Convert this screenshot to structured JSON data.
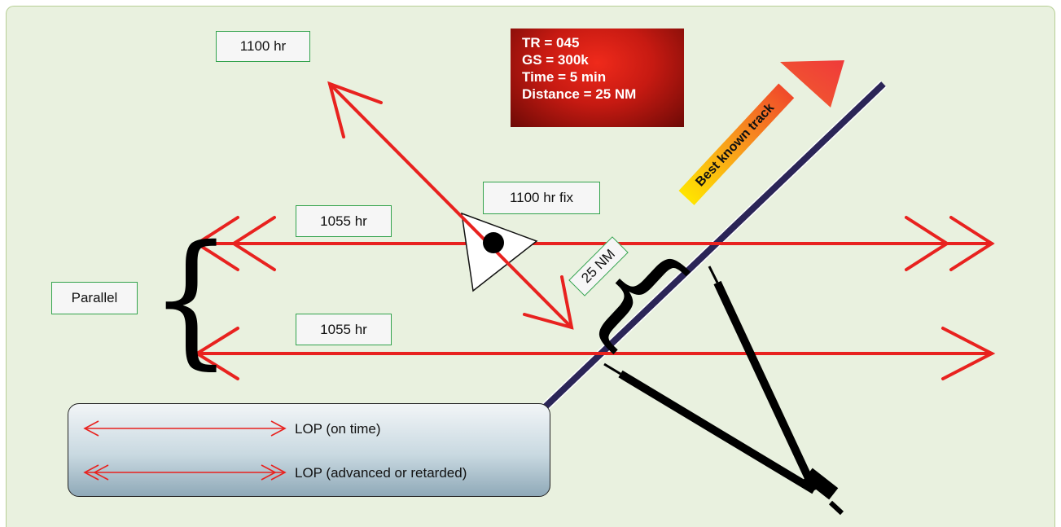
{
  "labels": {
    "time_1100": "1100 hr",
    "fix_1100": "1100 hr fix",
    "lop_upper": "1055 hr",
    "lop_lower": "1055 hr",
    "parallel": "Parallel",
    "distance": "25 NM",
    "best_track": "Best known track"
  },
  "info_box": {
    "line1": "TR = 045",
    "line2": "GS = 300k",
    "line3": "Time = 5 min",
    "line4": "Distance = 25 NM"
  },
  "legend": {
    "on_time": "LOP (on time)",
    "advanced": "LOP (advanced or retarded)"
  },
  "colors": {
    "lop_red": "#e8221f",
    "track_line": "#2b2557",
    "label_border": "#33a34d",
    "background": "#e9f1df"
  }
}
